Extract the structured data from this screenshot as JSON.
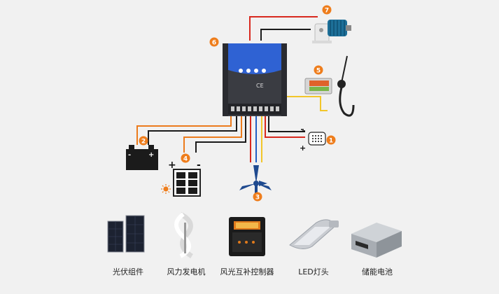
{
  "badges": {
    "load_lamp": "1",
    "battery": "2",
    "turbine": "3",
    "solar": "4",
    "module": "5",
    "controller": "6",
    "motor": "7"
  },
  "signs": {
    "battery_minus": "-",
    "battery_plus": "+",
    "solar_plus": "+",
    "solar_minus": "-",
    "lamp_plus": "+"
  },
  "controller": {
    "ce_mark": "CE"
  },
  "products": [
    {
      "label": "光伏组件"
    },
    {
      "label": "风力发电机"
    },
    {
      "label": "风光互补控制器"
    },
    {
      "label": "LED灯头"
    },
    {
      "label": "储能电池"
    }
  ],
  "colors": {
    "badge": "#ee7d1c",
    "wire_red": "#d8281e",
    "wire_black": "#1a1a1a",
    "wire_orange": "#ec7b1c",
    "wire_blue": "#1f5ec4",
    "wire_yellow": "#f2c62a",
    "controller_blue": "#2f62d3",
    "controller_body": "#3a3c42"
  }
}
